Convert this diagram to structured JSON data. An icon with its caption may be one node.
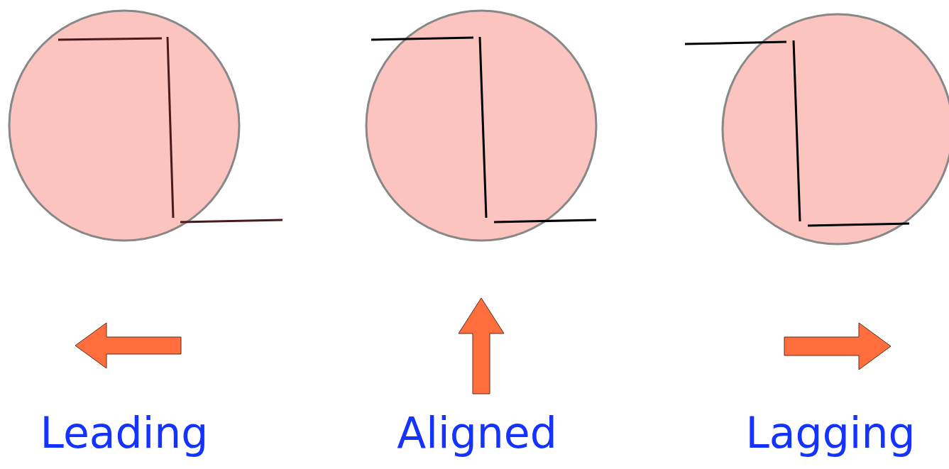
{
  "diagram": {
    "labels": [
      "Leading",
      "Aligned",
      "Lagging"
    ]
  }
}
